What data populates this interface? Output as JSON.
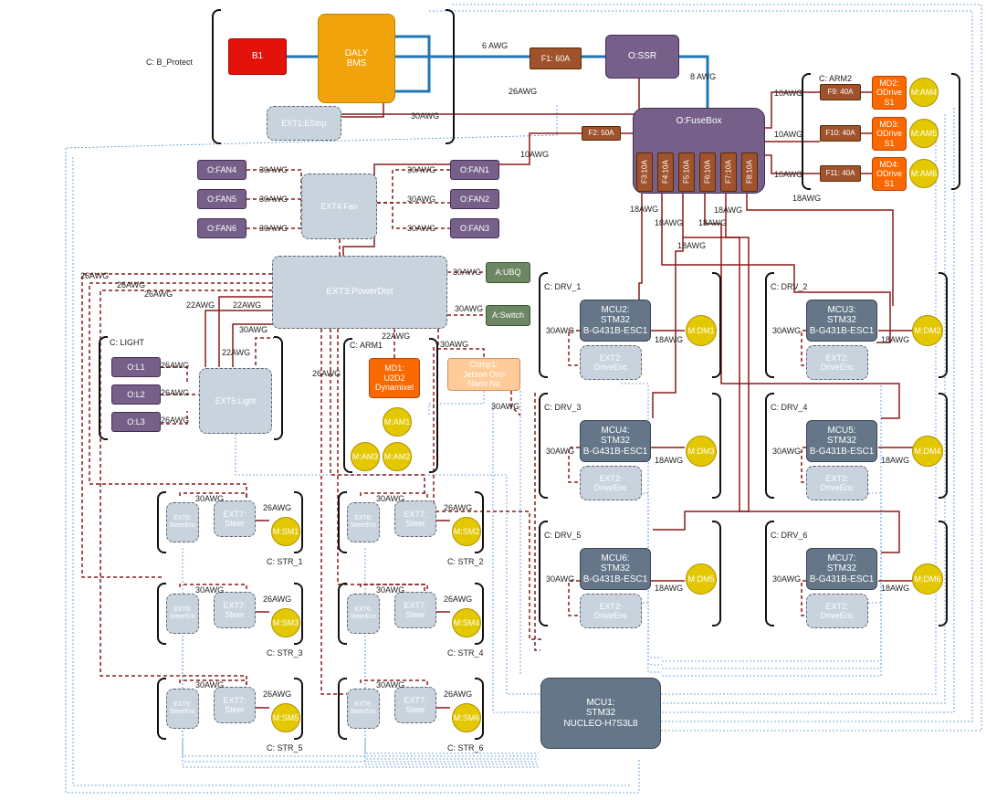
{
  "colors": {
    "battery_red": "#e3120b",
    "bms_orange": "#f0a30a",
    "fuse_brown": "#a0522d",
    "output_purple": "#76608a",
    "ext_gray": "#c8d3dd",
    "mcu_slate": "#647687",
    "motor_yellow": "#e3c800",
    "driver_orange": "#fa6800",
    "green": "#6d8764",
    "comp_peach": "#ffcc99",
    "power_wire": "#1f77b4",
    "dark_red_wire": "#8b1a1a",
    "signal_blue": "#4f8fd6"
  },
  "battery": {
    "b1": "B1",
    "bms": "DALY\nBMS",
    "estop": "EXT1:EStop",
    "group": "C: B_Protect"
  },
  "power": {
    "f1": "F1: 60A",
    "ssr": "O:SSR",
    "f2": "F2: 50A",
    "fusebox": "O:FuseBox"
  },
  "fusebox_fuses": [
    "F3:10A",
    "F4:10A",
    "F5:10A",
    "F6:10A",
    "F7:10A",
    "F8:10A"
  ],
  "arm2": {
    "group": "C: ARM2",
    "fuses": [
      "F9: 40A",
      "F10: 40A",
      "F11: 40A"
    ],
    "drivers": [
      "MD2:\nODrive\nS1",
      "MD3:\nODrive\nS1",
      "MD4:\nODrive\nS1"
    ],
    "motors": [
      "M:AM4",
      "M:AM5",
      "M:AM6"
    ]
  },
  "fans": {
    "hub": "EXT4:Fan",
    "left": [
      "O:FAN4",
      "O:FAN5",
      "O:FAN6"
    ],
    "right": [
      "O:FAN1",
      "O:FAN2",
      "O:FAN3"
    ]
  },
  "power_dist": "EXT3:PowerDist",
  "aux": {
    "ubq": "A:UBQ",
    "switch": "A:Switch"
  },
  "light": {
    "group": "C: LIGHT",
    "hub": "EXT5:Light",
    "lamps": [
      "O:L1",
      "O:L2",
      "O:L3"
    ]
  },
  "arm1": {
    "group": "C: ARM1",
    "driver": "MD1:\nU2D2\nDynamixel",
    "motors": [
      "M:AM1",
      "M:AM3",
      "M:AM2"
    ]
  },
  "compute": "Comp1:\nJetson Orin\nNano Nx",
  "drive": {
    "mcu_board": "STM32\nB-G431B-ESC1",
    "encoder": "EXT2:\nDriveEnc",
    "modules": [
      {
        "group": "C: DRV_1",
        "mcu": "MCU2:",
        "motor": "M:DM1"
      },
      {
        "group": "C: DRV_2",
        "mcu": "MCU3:",
        "motor": "M:DM2"
      },
      {
        "group": "C: DRV_3",
        "mcu": "MCU4:",
        "motor": "M:DM3"
      },
      {
        "group": "C: DRV_4",
        "mcu": "MCU5:",
        "motor": "M:DM4"
      },
      {
        "group": "C: DRV_5",
        "mcu": "MCU6:",
        "motor": "M:DM5"
      },
      {
        "group": "C: DRV_6",
        "mcu": "MCU7:",
        "motor": "M:DM6"
      }
    ]
  },
  "steer": {
    "encoder": "EXT6:\nSteerEnc",
    "steer": "EXT7:\nSteer",
    "modules": [
      {
        "group": "C: STR_1",
        "motor": "M:SM1"
      },
      {
        "group": "C: STR_2",
        "motor": "M:SM2"
      },
      {
        "group": "C: STR_3",
        "motor": "M:SM3"
      },
      {
        "group": "C: STR_4",
        "motor": "M:SM4"
      },
      {
        "group": "C: STR_5",
        "motor": "M:SM5"
      },
      {
        "group": "C: STR_6",
        "motor": "M:SM6"
      }
    ]
  },
  "main_mcu": "MCU1:\nSTM32\nNUCLEO-H7S3L8",
  "wire_gauges": {
    "g6": "6 AWG",
    "g8": "8 AWG",
    "g10": "10AWG",
    "g18": "18AWG",
    "g22": "22AWG",
    "g26": "26AWG",
    "g30": "30AWG"
  }
}
